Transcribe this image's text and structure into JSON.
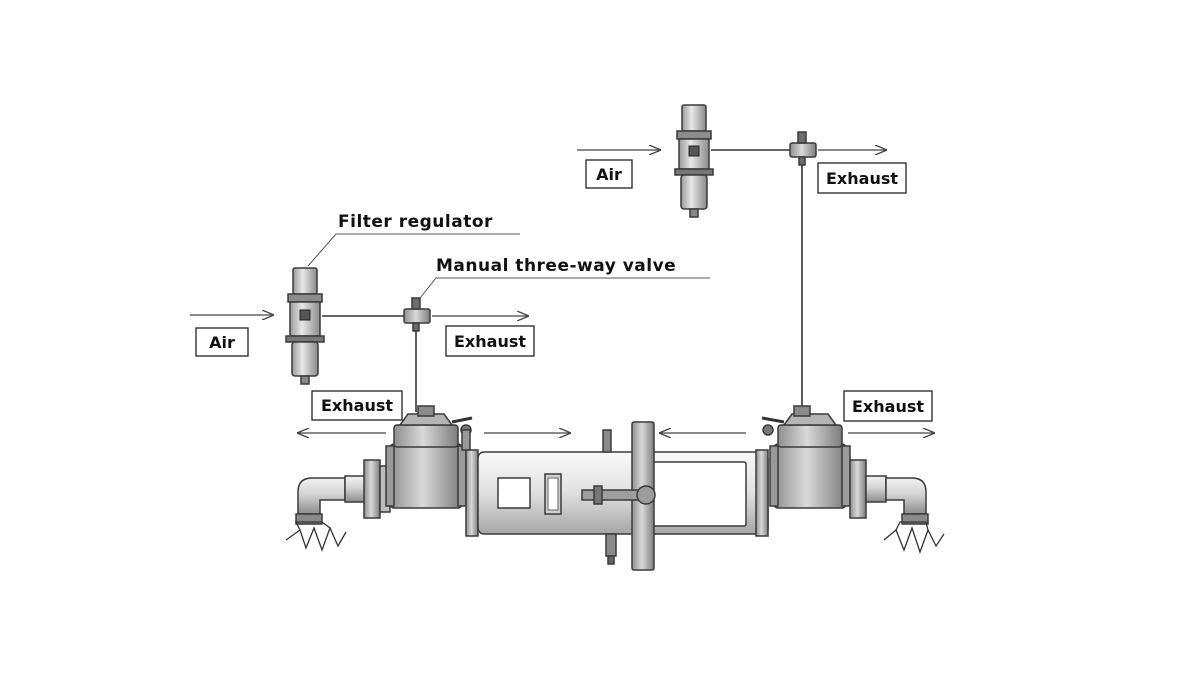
{
  "labels": {
    "filter_regulator": "Filter regulator",
    "manual_valve": "Manual three-way valve",
    "air_left": "Air",
    "air_right": "Air",
    "exhaust_left_regulator": "Exhaust",
    "exhaust_right_regulator": "Exhaust",
    "exhaust_left_actuator": "Exhaust",
    "exhaust_right_actuator": "Exhaust"
  },
  "colors": {
    "metal_light": "#e6e6e6",
    "metal_mid": "#bdbdbd",
    "metal_dark": "#7a7a7a",
    "line": "#333333"
  }
}
